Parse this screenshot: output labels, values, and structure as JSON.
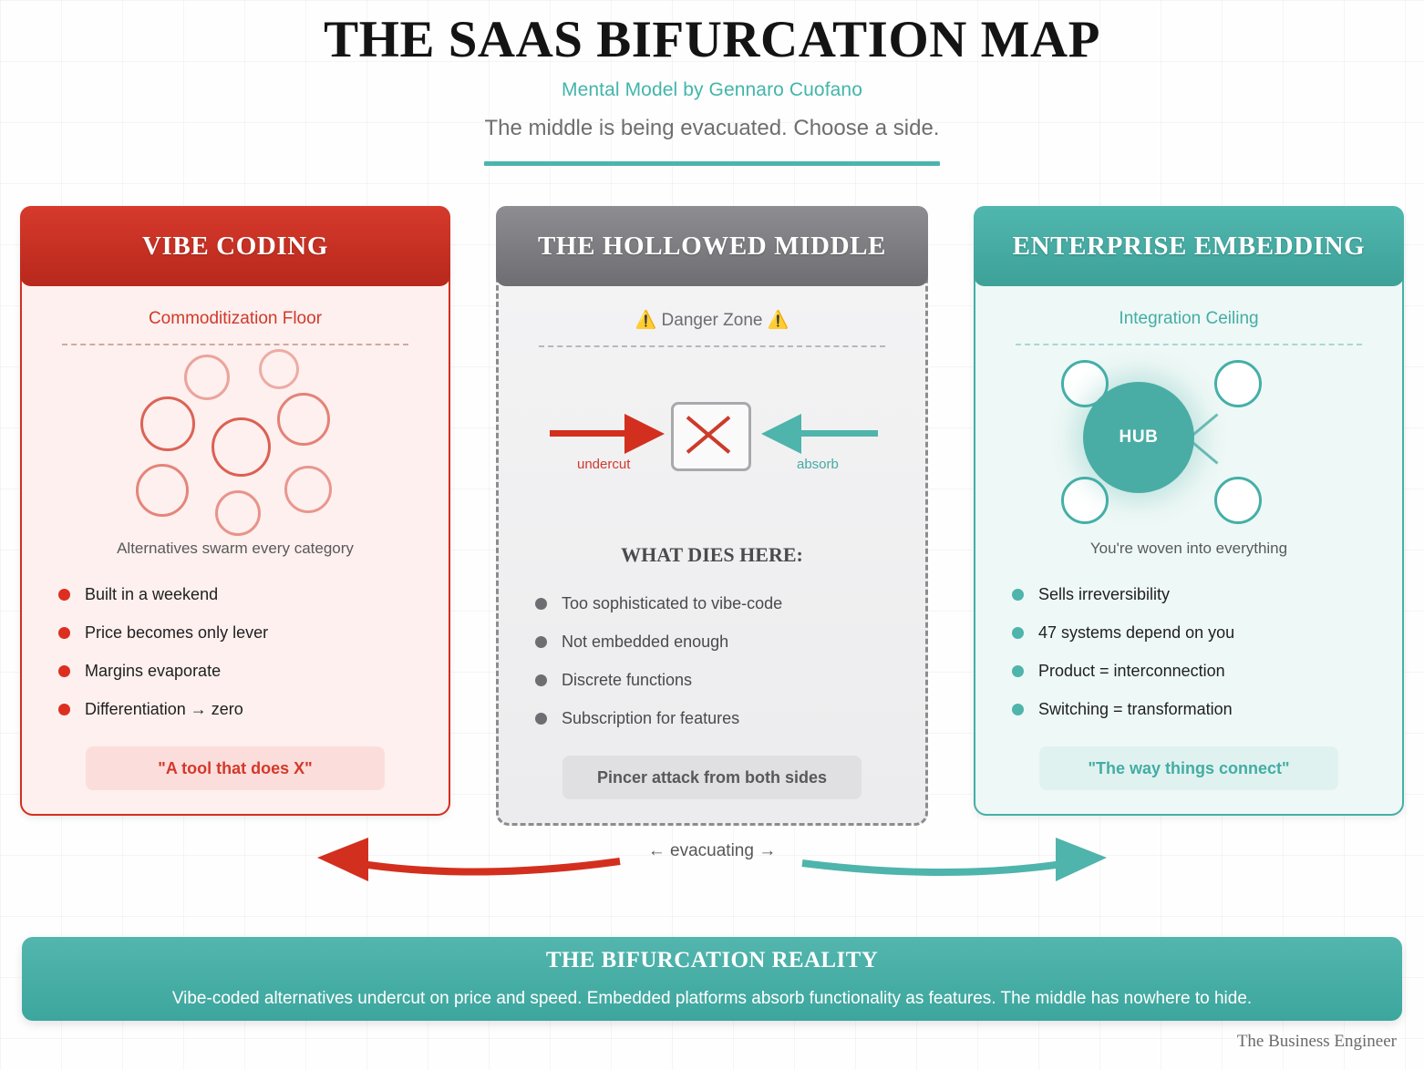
{
  "header": {
    "title": "THE SAAS BIFURCATION MAP",
    "byline": "Mental Model by Gennaro Cuofano",
    "tagline": "The middle is being evacuated. Choose a side.",
    "accent_color": "#4bb5ad"
  },
  "columns": [
    {
      "id": "vibe-coding",
      "title": "VIBE CODING",
      "viz_label": "Commoditization Floor",
      "caption": "Alternatives swarm every category",
      "bullets": [
        "Built in a weekend",
        "Price becomes only lever",
        "Margins evaporate",
        "Differentiation → zero"
      ],
      "pill": "\"A tool that does X\"",
      "accent_color": "#d32f1f"
    },
    {
      "id": "hollowed-middle",
      "title": "THE HOLLOWED MIDDLE",
      "viz_label": "⚠️ Danger Zone ⚠️",
      "list_heading": "WHAT DIES HERE:",
      "left_arrow_label": "undercut",
      "right_arrow_label": "absorb",
      "bullets": [
        "Too sophisticated to vibe-code",
        "Not embedded enough",
        "Discrete functions",
        "Subscription for features"
      ],
      "pill": "Pincer attack from both sides",
      "accent_color": "#8c8c8c"
    },
    {
      "id": "enterprise-embedding",
      "title": "ENTERPRISE EMBEDDING",
      "viz_label": "Integration Ceiling",
      "hub_label": "HUB",
      "caption": "You're woven into everything",
      "bullets": [
        "Sells irreversibility",
        "47 systems depend on you",
        "Product = interconnection",
        "Switching = transformation"
      ],
      "pill": "\"The way things connect\"",
      "accent_color": "#45afa7"
    }
  ],
  "evacuating": {
    "label": "← evacuating →",
    "left_arrow_color": "#d32f1f",
    "right_arrow_color": "#4eb4ac"
  },
  "banner": {
    "title": "THE BIFURCATION REALITY",
    "text": "Vibe-coded alternatives undercut on price and speed. Embedded platforms absorb functionality as features. The middle has nowhere to hide.",
    "color": "#47afa6"
  },
  "attribution": "The Business Engineer"
}
